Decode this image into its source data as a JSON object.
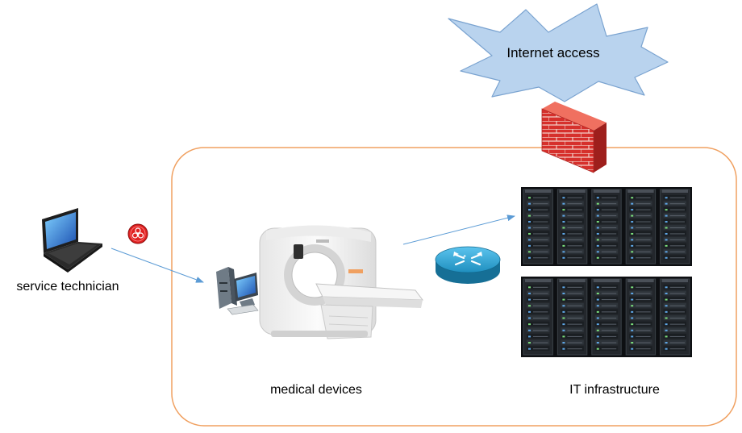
{
  "labels": {
    "internet": "Internet access",
    "technician": "service technician",
    "medical": "medical devices",
    "it": "IT infrastructure"
  },
  "colors": {
    "network_boundary": "#f0a060",
    "cloud_fill": "#b9d3ee",
    "cloud_stroke": "#7aa3d0",
    "connector": "#5b9bd5",
    "firewall_brick": "#d6302c",
    "router": "#1f8fbf",
    "malware_badge": "#e02020"
  },
  "icons": {
    "cloud": "starburst-cloud-icon",
    "firewall": "brick-firewall-icon",
    "laptop": "laptop-icon",
    "malware": "biohazard-icon",
    "workstation": "desktop-computer-icon",
    "ct_scanner": "ct-scanner-icon",
    "router": "router-icon",
    "servers": "server-rack-icon"
  }
}
